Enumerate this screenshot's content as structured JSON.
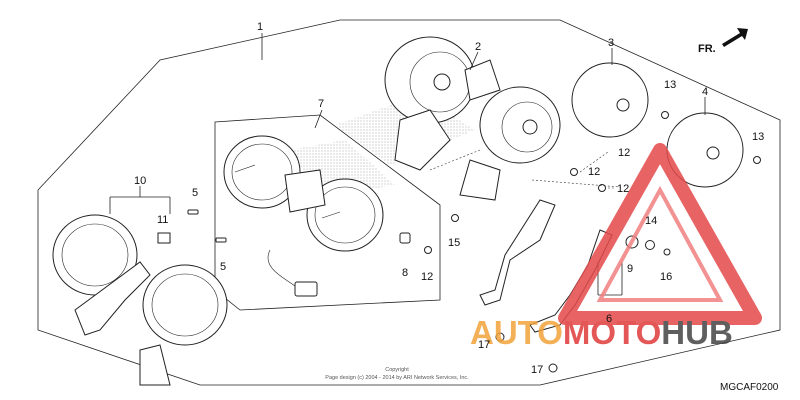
{
  "diagram": {
    "callouts": {
      "c1": "1",
      "c2": "2",
      "c3": "3",
      "c4": "4",
      "c5a": "5",
      "c5b": "5",
      "c6": "6",
      "c7": "7",
      "c8": "8",
      "c9": "9",
      "c10": "10",
      "c11": "11",
      "c12a": "12",
      "c12b": "12",
      "c12c": "12",
      "c12d": "12",
      "c13a": "13",
      "c13b": "13",
      "c14": "14",
      "c15": "15",
      "c16": "16",
      "c17a": "17",
      "c17b": "17"
    },
    "direction_label": "FR.",
    "copyright_line1": "Copyright",
    "copyright_line2": "Page design (c) 2004 - 2014 by ARI Network Services, Inc.",
    "diagram_code": "MGCAF0200"
  },
  "watermark": {
    "text_orange": "AUTO",
    "text_red": "MOTO",
    "text_dark": "HUB",
    "colors": {
      "orange": "#f2a33a",
      "red": "#e03a3a",
      "dark": "#444444"
    }
  }
}
